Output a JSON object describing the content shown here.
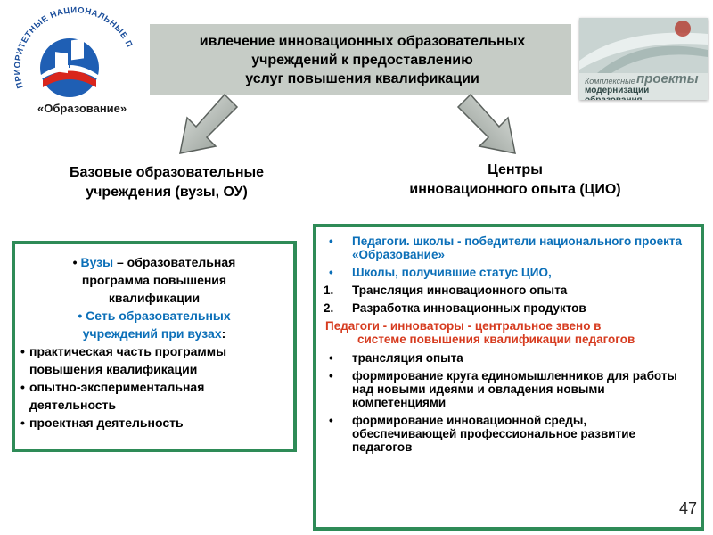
{
  "logo_left": {
    "arc_text": "ПРИОРИТЕТНЫЕ НАЦИОНАЛЬНЫЕ ПРОЕКТЫ",
    "caption": "«Образование»"
  },
  "title": {
    "line1": "ивлечение инновационных образовательных",
    "line2": "учреждений к предоставлению",
    "line3": "услуг повышения квалификации"
  },
  "logo_right": {
    "small": "Комплексные",
    "big": "проекты",
    "sub": "модернизации образования"
  },
  "heading_left": {
    "line1": "Базовые образовательные",
    "line2": "учреждения (вузы, ОУ)"
  },
  "heading_right": {
    "line1": "Центры",
    "line2": "инновационного опыта (ЦИО)"
  },
  "box_left": {
    "bullet": "•",
    "item1_term": "Вузы",
    "item1_rest_a": " – образовательная",
    "item1_rest_b": "программа повышения",
    "item1_rest_c": "квалификации",
    "item2_line_a": "Сеть образовательных",
    "item2_line_b": "учреждений при вузах",
    "item2_colon": ":",
    "sub1_a": "практическая часть программы",
    "sub1_b": "повышения квалификации",
    "sub2_a": "опытно-экспериментальная",
    "sub2_b": "деятельность",
    "sub3": "проектная деятельность"
  },
  "box_right": {
    "bullet": "•",
    "b1": "Педагоги. школы - победители национального проекта «Образование»",
    "b2": "Школы, получившие статус ЦИО,",
    "n1_mark": "1.",
    "n1": "Трансляция инновационного опыта",
    "n2_mark": "2.",
    "n2": "Разработка инновационных продуктов",
    "red_first": "Педагоги - инноваторы -  центральное звено  в",
    "red_rest": "системе повышения квалификации педагогов",
    "p1": "трансляция опыта",
    "p2": "формирование круга единомышленников для работы над новыми идеями и овладения новыми компетенциями",
    "p3": "формирование инновационной среды, обеспечивающей профессиональное развитие педагогов"
  },
  "page_number": "47",
  "colors": {
    "accent_green": "#2e8b57",
    "accent_blue": "#0b6fb8",
    "accent_red": "#d63b1f",
    "banner_gray": "#c6ccc6"
  }
}
